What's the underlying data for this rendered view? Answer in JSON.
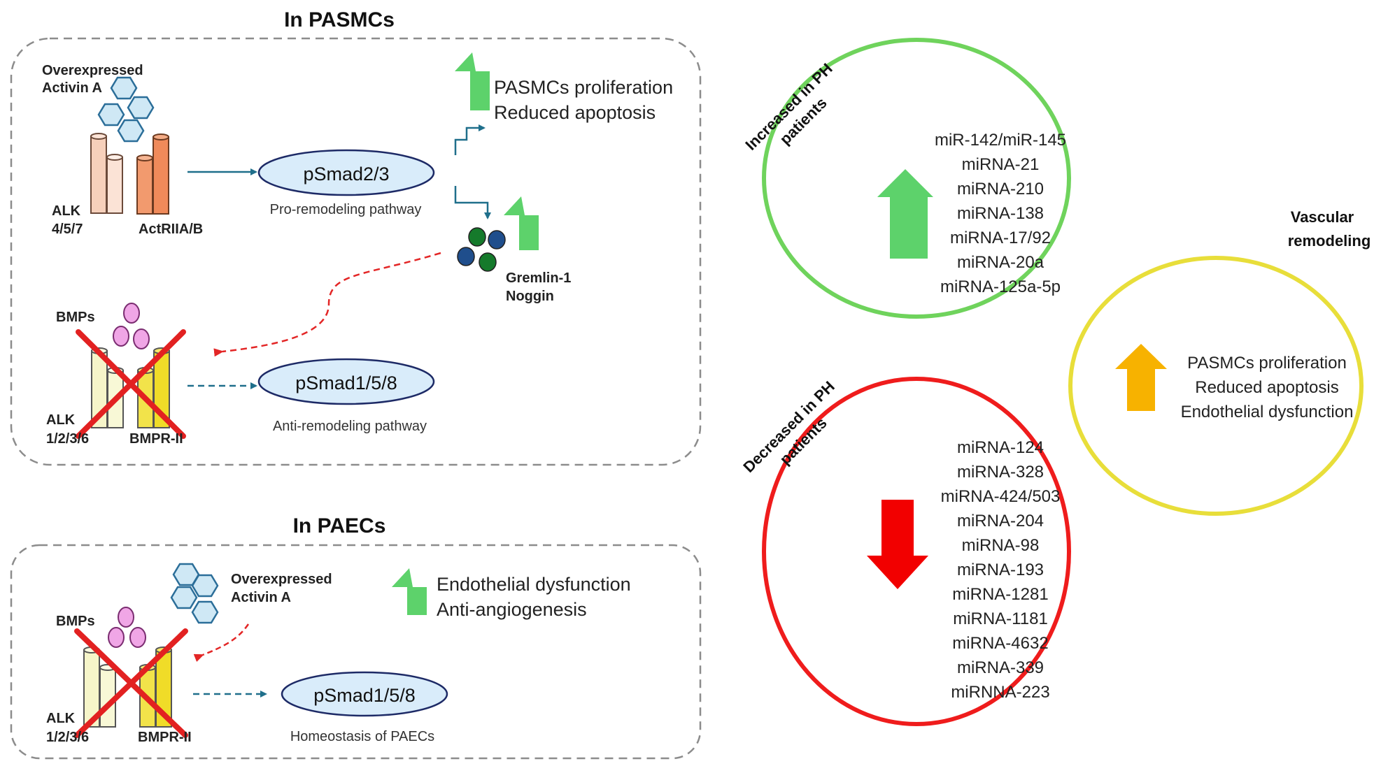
{
  "pasmc": {
    "title": "In PASMCs",
    "activin_label_1": "Overexpressed",
    "activin_label_2": "Activin A",
    "alk_top_1": "ALK",
    "alk_top_2": "4/5/7",
    "actr_label": "ActRIIA/B",
    "psmad23": "pSmad2/3",
    "pro_pathway": "Pro-remodeling pathway",
    "effect_1": "PASMCs proliferation",
    "effect_2": "Reduced apoptosis",
    "gremlin": "Gremlin-1",
    "noggin": "Noggin",
    "bmps": "BMPs",
    "alk_bot_1": "ALK",
    "alk_bot_2": "1/2/3/6",
    "bmpr": "BMPR-II",
    "psmad158": "pSmad1/5/8",
    "anti_pathway": "Anti-remodeling pathway"
  },
  "paec": {
    "title": "In PAECs",
    "activin_label_1": "Overexpressed",
    "activin_label_2": "Activin A",
    "effect_1": "Endothelial dysfunction",
    "effect_2": "Anti-angiogenesis",
    "bmps": "BMPs",
    "alk_1": "ALK",
    "alk_2": "1/2/3/6",
    "bmpr": "BMPR-II",
    "psmad158": "pSmad1/5/8",
    "homeostasis": "Homeostasis of PAECs"
  },
  "venn": {
    "increased_label_1": "Increased in PH",
    "increased_label_2": "patients",
    "increased_list": [
      "miR-142/miR-145",
      "miRNA-21",
      "miRNA-210",
      "miRNA-138",
      "miRNA-17/92",
      "miRNA-20a",
      "miRNA-125a-5p"
    ],
    "decreased_label_1": "Decreased in PH",
    "decreased_label_2": "patients",
    "decreased_list": [
      "miRNA-124",
      "miRNA-328",
      "miRNA-424/503",
      "miRNA-204",
      "miRNA-98",
      "miRNA-193",
      "miRNA-1281",
      "miRNA-1181",
      "miRNA-4632",
      "miRNA-339",
      "miRNNA-223"
    ],
    "vascular_1": "Vascular",
    "vascular_2": "remodeling",
    "vascular_effects": [
      "PASMCs proliferation",
      "Reduced apoptosis",
      "Endothelial dysfunction"
    ]
  },
  "colors": {
    "green_up": "#5dd26b",
    "red_down": "#f20000",
    "orange_up": "#f7b200",
    "circle_green": "#6fd35c",
    "circle_red": "#ef1c1c",
    "circle_yellow": "#e8de3a",
    "ellipse_stroke": "#1d2a66",
    "ellipse_fill": "#d9ecfa",
    "hex_fill": "#cfe8f5",
    "pink_fill": "#f0a6e6",
    "flow_arrow": "#1f6f8b",
    "inhibit_dash": "#e32626"
  }
}
